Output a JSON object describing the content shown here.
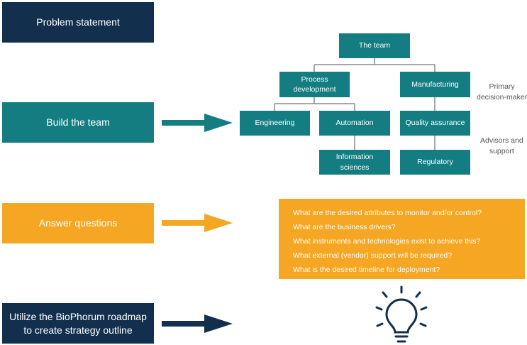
{
  "steps": {
    "problem": "Problem statement",
    "build": "Build the team",
    "answer": "Answer questions",
    "roadmap_line1": "Utilize the BioPhorum roadmap",
    "roadmap_line2": "to create strategy outline"
  },
  "org_chart": {
    "root": "The team",
    "process_line1": "Process",
    "process_line2": "development",
    "manufacturing": "Manufacturing",
    "engineering": "Engineering",
    "automation": "Automation",
    "quality": "Quality assurance",
    "info_line1": "Information",
    "info_line2": "sciences",
    "regulatory": "Regulatory",
    "primary_line1": "Primary",
    "primary_line2": "decision-maker",
    "advisors_line1": "Advisors and",
    "advisors_line2": "support"
  },
  "questions": [
    "What are the desired attributes to monitor and/or control?",
    "What are the business drivers?",
    "What instruments and technologies exist to achieve this?",
    "What external (vendor) support will be required?",
    "What is the desired timeline for deployment?"
  ],
  "colors": {
    "navy": "#12304e",
    "teal": "#137d82",
    "orange": "#f5a623",
    "connector": "#8a8a8a"
  },
  "icons": [
    "arrow-right-icon",
    "lightbulb-icon"
  ]
}
